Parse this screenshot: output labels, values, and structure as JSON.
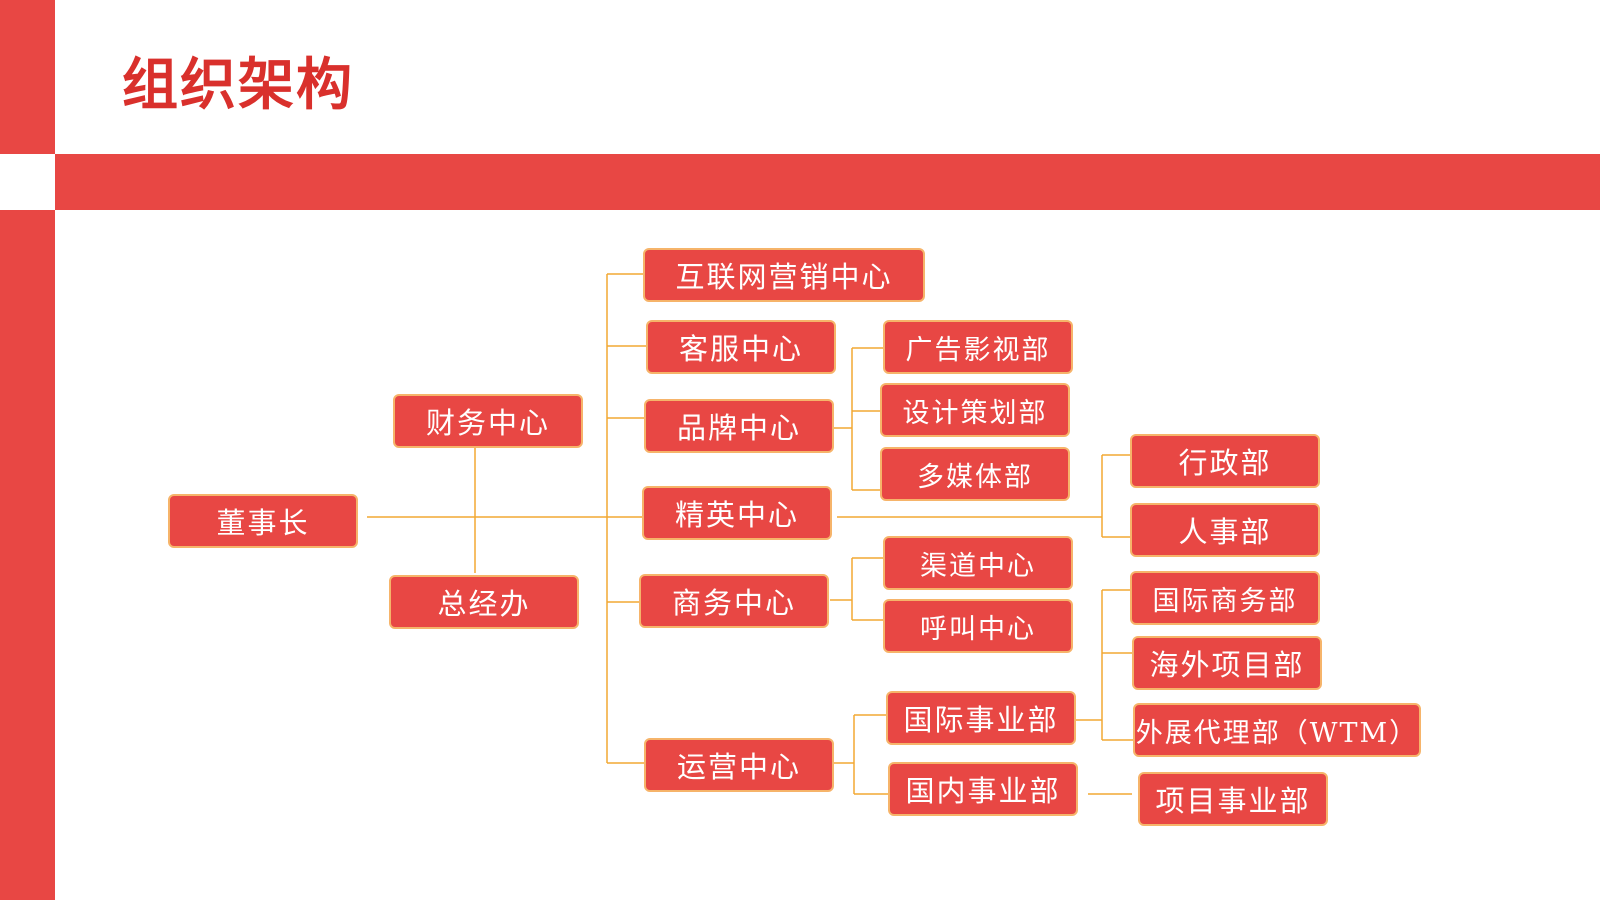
{
  "title": "组织架构",
  "colors": {
    "accent": "#e84744",
    "title": "#d9302c",
    "connector": "#f2a833",
    "node_border": "#f6b46a"
  },
  "org": {
    "chairman": "董事长",
    "finance": "财务中心",
    "gm_office": "总经办",
    "internet_marketing": "互联网营销中心",
    "customer_service": "客服中心",
    "brand": "品牌中心",
    "elite": "精英中心",
    "business": "商务中心",
    "operations": "运营中心",
    "ad_film": "广告影视部",
    "design_plan": "设计策划部",
    "multimedia": "多媒体部",
    "channel": "渠道中心",
    "call": "呼叫中心",
    "intl_division": "国际事业部",
    "domestic_division": "国内事业部",
    "admin": "行政部",
    "hr": "人事部",
    "intl_business": "国际商务部",
    "overseas_projects": "海外项目部",
    "agency_wtm": "外展代理部（WTM）",
    "project_division": "项目事业部"
  }
}
